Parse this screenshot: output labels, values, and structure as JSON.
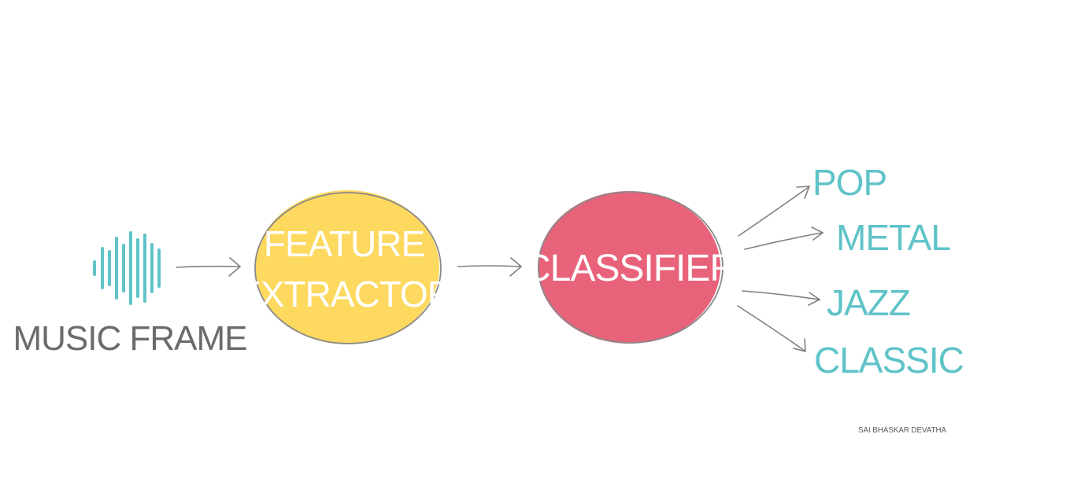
{
  "input": {
    "label": "MUSIC FRAME",
    "icon": "waveform-icon"
  },
  "extractor": {
    "line1": "FEATURE",
    "line2": "EXTRACTOR"
  },
  "classifier": {
    "label": "CLASSIFIER"
  },
  "genres": [
    {
      "label": "POP"
    },
    {
      "label": "METAL"
    },
    {
      "label": "JAZZ"
    },
    {
      "label": "CLASSIC"
    }
  ],
  "credit": "SAI BHASKAR DEVATHA",
  "colors": {
    "background": "#ffffff",
    "teal": "#5fc3c8",
    "yellow": "#fdd960",
    "pink": "#e8627a",
    "gray_text": "#6b6b6b",
    "arrow": "#808080",
    "outline": "#8a8a8a",
    "white_text": "#ffffff"
  }
}
